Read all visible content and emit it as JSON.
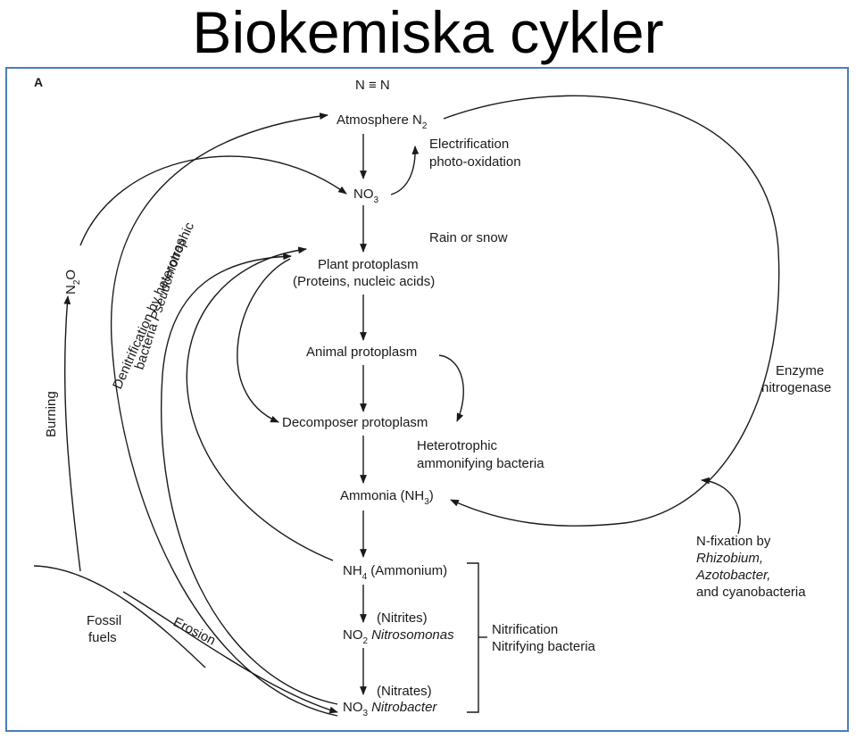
{
  "title": "Biokemiska cykler",
  "panel_label": "A",
  "nodes": {
    "triple_bond": "N ≡ N",
    "atmosphere": "Atmosphere N",
    "atmosphere_sub": "2",
    "electrification_1": "Electrification",
    "electrification_2": "photo-oxidation",
    "no3_top": "NO",
    "no3_top_sub": "3",
    "rain": "Rain or snow",
    "plant_1": "Plant protoplasm",
    "plant_2": "(Proteins, nucleic acids)",
    "animal": "Animal protoplasm",
    "decomposer": "Decomposer protoplasm",
    "hetero_1": "Heterotrophic",
    "hetero_2": "ammonifying bacteria",
    "ammonia": "Ammonia (NH",
    "ammonia_sub": "3",
    "ammonia_close": ")",
    "nh4": "NH",
    "nh4_sub": "4",
    "nh4_label": "(Ammonium)",
    "nitrites": "(Nitrites)",
    "no2": "NO",
    "no2_sub": "2",
    "nitrosomonas": "Nitrosomonas",
    "nitrates": "(Nitrates)",
    "no3_bottom": "NO",
    "no3_bottom_sub": "3",
    "nitrobacter": "Nitrobacter",
    "nitrification_1": "Nitrification",
    "nitrification_2": "Nitrifying bacteria",
    "enzyme_1": "Enzyme",
    "enzyme_2": "nitrogenase",
    "nfix_1": "N-fixation by",
    "nfix_2": "Rhizobium,",
    "nfix_3": "Azotobacter,",
    "nfix_4": "and cyanobacteria",
    "fossil_1": "Fossil",
    "fossil_2": "fuels",
    "erosion": "Erosion",
    "burning": "Burning",
    "n2o": "N",
    "n2o_sub": "2",
    "n2o_end": "O",
    "denit_1": "Denitrification by heterotrophic",
    "denit_2a": "bacteria ",
    "denit_2b": "Pseudomonas"
  }
}
